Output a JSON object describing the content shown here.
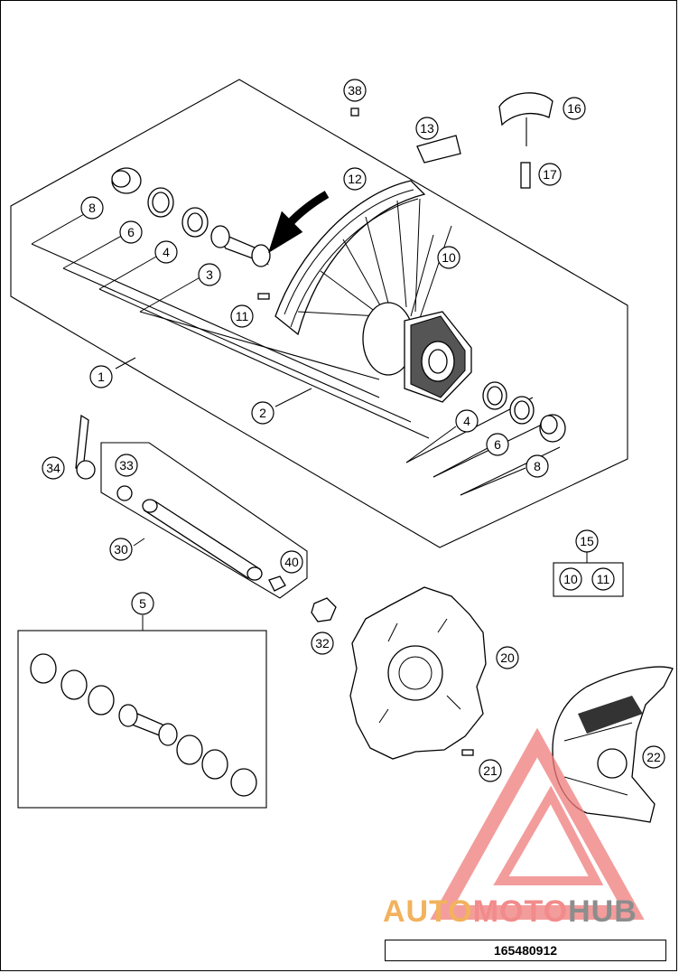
{
  "doc_number": "165480912",
  "watermark": {
    "part1": "AUTO",
    "part2": "MOTO",
    "part3": "HUB",
    "colors": {
      "auto": "#f2b25e",
      "moto": "#f28b8b",
      "hub": "#8d8d8d",
      "triangle": "#f07c7c"
    }
  },
  "callouts": {
    "c38": "38",
    "c16": "16",
    "c13": "13",
    "c17": "17",
    "c12": "12",
    "c8a": "8",
    "c6a": "6",
    "c4a": "4",
    "c3": "3",
    "c10a": "10",
    "c11a": "11",
    "c1": "1",
    "c2": "2",
    "c4b": "4",
    "c6b": "6",
    "c8b": "8",
    "c34": "34",
    "c33": "33",
    "c30": "30",
    "c40": "40",
    "c15": "15",
    "c10b": "10",
    "c11b": "11",
    "c5": "5",
    "c32": "32",
    "c20": "20",
    "c21": "21",
    "c22": "22"
  }
}
